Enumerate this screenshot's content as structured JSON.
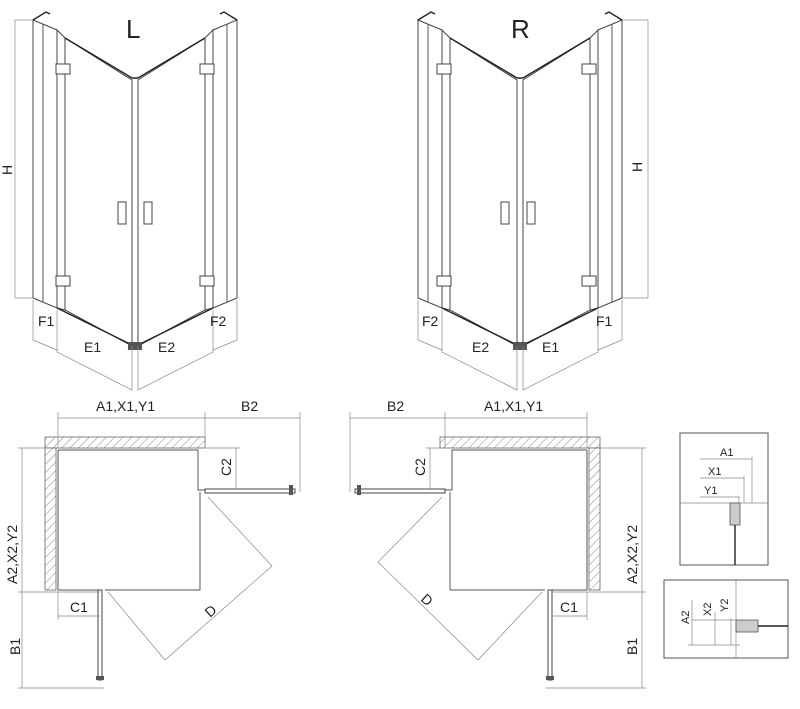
{
  "views": {
    "left_title": "L",
    "right_title": "R"
  },
  "dims": {
    "H": "H",
    "F1": "F1",
    "F2": "F2",
    "E1": "E1",
    "E2": "E2",
    "A1X1Y1": "A1,X1,Y1",
    "A2X2Y2": "A2,X2,Y2",
    "B1": "B1",
    "B2": "B2",
    "C1": "C1",
    "C2": "C2",
    "D": "D"
  },
  "detail": {
    "A1": "A1",
    "X1": "X1",
    "Y1": "Y1",
    "A2": "A2",
    "X2": "X2",
    "Y2": "Y2"
  }
}
